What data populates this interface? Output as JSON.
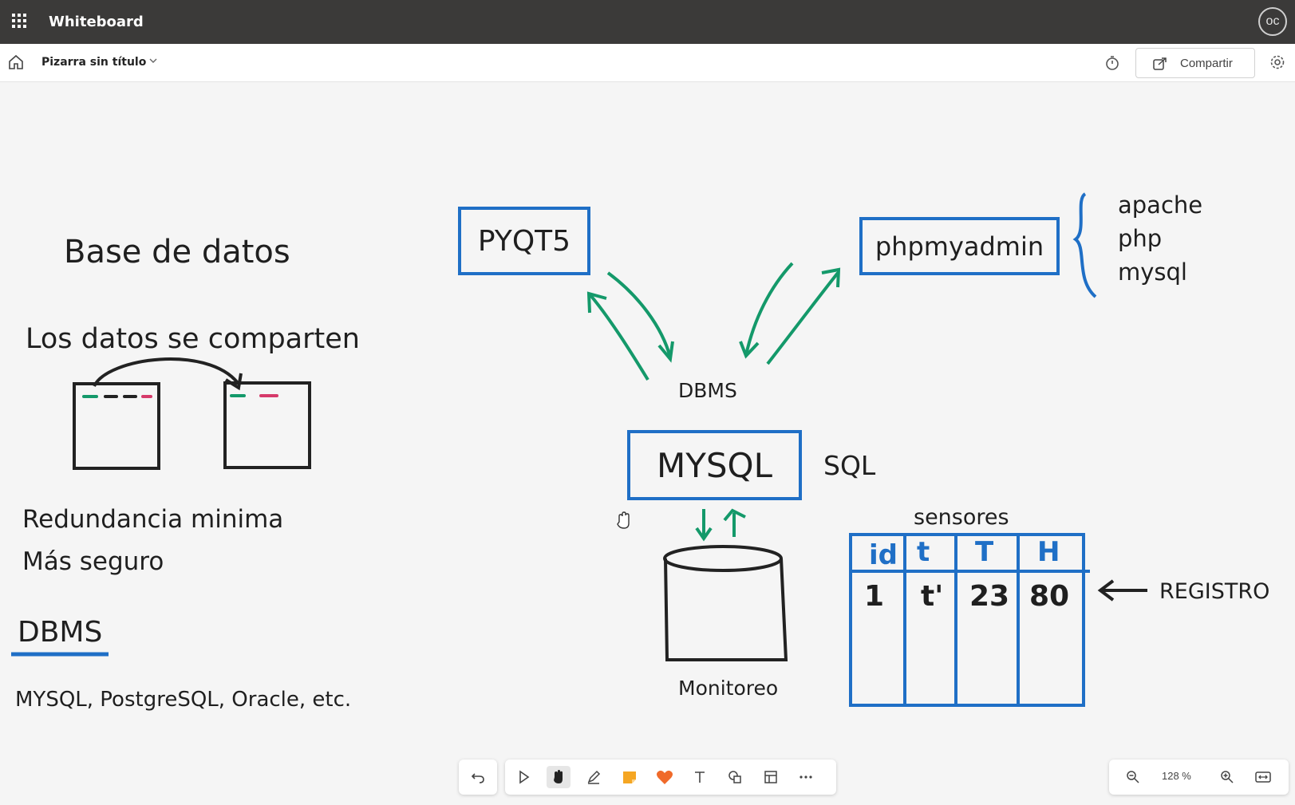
{
  "app": {
    "title": "Whiteboard",
    "user_initials": "oc"
  },
  "subbar": {
    "doc_title": "Pizarra sin título",
    "share_label": "Compartir"
  },
  "board": {
    "heading": "Base de datos",
    "shared_text": "Los datos se comparten",
    "redundancy": "Redundancia minima",
    "secure": "Más seguro",
    "dbms_title": "DBMS",
    "dbms_examples": "MYSQL, PostgreSQL, Oracle, etc.",
    "pyqt_box": "PYQT5",
    "phpmyadmin_box": "phpmyadmin",
    "stack": [
      "apache",
      "php",
      "mysql"
    ],
    "dbms_label": "DBMS",
    "mysql_box": "MYSQL",
    "sql_label": "SQL",
    "monitor_label": "Monitoreo",
    "table_title": "sensores",
    "table_headers": [
      "id",
      "t",
      "T",
      "H"
    ],
    "table_row": [
      "1",
      "t'",
      "23",
      "80"
    ],
    "registro_label": "REGISTRO"
  },
  "colors": {
    "box_blue": "#1f6fc6",
    "arrow_green": "#14996a",
    "topbar": "#3b3a39"
  },
  "toolbar": {
    "tools": [
      "undo-icon",
      "select-icon",
      "hand-icon",
      "pen-icon",
      "sticky-note-icon",
      "reaction-icon",
      "text-icon",
      "shapes-icon",
      "template-icon",
      "more-icon"
    ],
    "active_tool": "hand-icon"
  },
  "zoom": {
    "level": "128 %"
  }
}
